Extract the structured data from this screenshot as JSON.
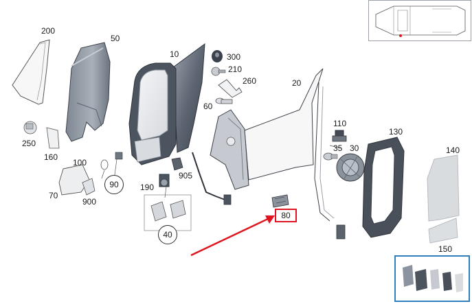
{
  "callouts": {
    "p10": "10",
    "p20": "20",
    "p30": "30",
    "p35": "35",
    "p40": "40",
    "p50": "50",
    "p60": "60",
    "p70": "70",
    "p80": "80",
    "p90": "90",
    "p100": "100",
    "p110": "110",
    "p130": "130",
    "p140": "140",
    "p150": "150",
    "p160": "160",
    "p190": "190",
    "p200": "200",
    "p210": "210",
    "p250": "250",
    "p260": "260",
    "p300": "300",
    "p900": "900",
    "p905": "905"
  },
  "highlighted_part": "80",
  "colors": {
    "highlight": "#e0141e",
    "arrow": "#e0141e",
    "part_dark": "#4d5563",
    "part_mid": "#8a939f",
    "part_light": "#dfe2e6",
    "outline": "#3a3f47",
    "thumb_border": "#2e7ebd"
  },
  "icons": {
    "vehicle_overview": "van-top-view-icon",
    "assembly_overview": "mirror-assembly-thumbnail-icon"
  }
}
